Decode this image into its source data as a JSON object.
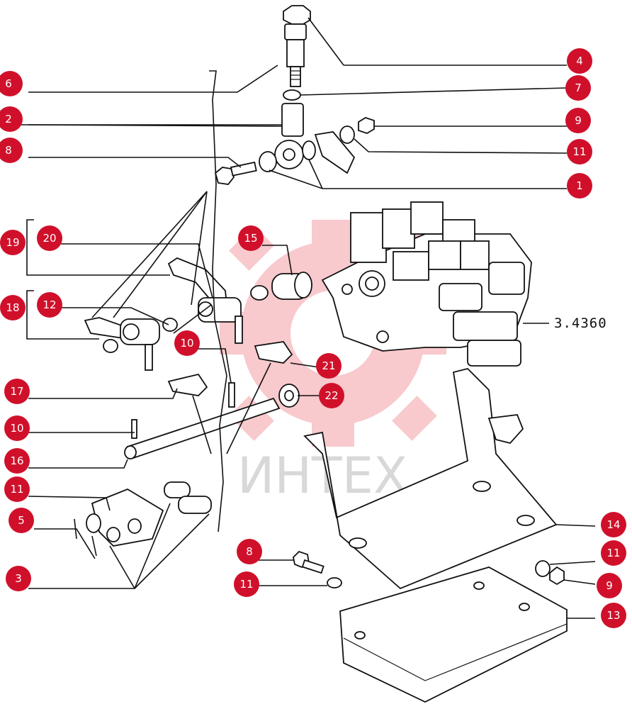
{
  "watermark": {
    "text": "ИНТЕХ",
    "color": "#f0a0a8"
  },
  "reference": {
    "text": "3.4360"
  },
  "badge_color": "#d0102a",
  "callouts": [
    {
      "id": "c4",
      "label": "4"
    },
    {
      "id": "c6",
      "label": "6"
    },
    {
      "id": "c7",
      "label": "7"
    },
    {
      "id": "c2",
      "label": "2"
    },
    {
      "id": "c9a",
      "label": "9"
    },
    {
      "id": "c8a",
      "label": "8"
    },
    {
      "id": "c11a",
      "label": "11"
    },
    {
      "id": "c1",
      "label": "1"
    },
    {
      "id": "c19",
      "label": "19"
    },
    {
      "id": "c20",
      "label": "20"
    },
    {
      "id": "c15",
      "label": "15"
    },
    {
      "id": "c18",
      "label": "18"
    },
    {
      "id": "c12",
      "label": "12"
    },
    {
      "id": "c10a",
      "label": "10"
    },
    {
      "id": "c21",
      "label": "21"
    },
    {
      "id": "c17",
      "label": "17"
    },
    {
      "id": "c22",
      "label": "22"
    },
    {
      "id": "c10b",
      "label": "10"
    },
    {
      "id": "c16",
      "label": "16"
    },
    {
      "id": "c11b",
      "label": "11"
    },
    {
      "id": "c5",
      "label": "5"
    },
    {
      "id": "c14",
      "label": "14"
    },
    {
      "id": "c8b",
      "label": "8"
    },
    {
      "id": "c11c",
      "label": "11"
    },
    {
      "id": "c11d",
      "label": "11"
    },
    {
      "id": "c9b",
      "label": "9"
    },
    {
      "id": "c3",
      "label": "3"
    },
    {
      "id": "c13",
      "label": "13"
    }
  ]
}
